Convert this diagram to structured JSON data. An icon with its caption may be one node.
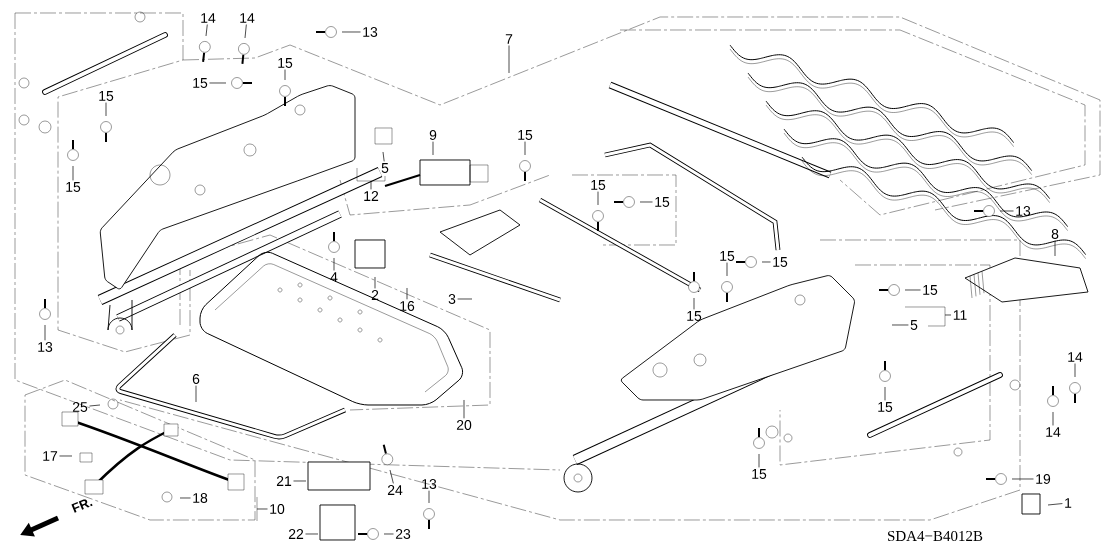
{
  "diagram": {
    "nodes": [
      {
        "text": [
          "14"
        ]
      },
      {
        "text": [
          "14"
        ]
      },
      {
        "text": [
          "13"
        ]
      },
      {
        "text": [
          "7"
        ]
      },
      {
        "text": [
          "15"
        ]
      },
      {
        "text": [
          "15"
        ]
      },
      {
        "text": [
          "15"
        ]
      },
      {
        "text": [
          "9"
        ]
      },
      {
        "text": [
          "15"
        ]
      },
      {
        "text": [
          "5"
        ]
      },
      {
        "text": [
          "15"
        ]
      },
      {
        "text": [
          "12"
        ]
      },
      {
        "text": [
          "15"
        ]
      },
      {
        "text": [
          "15"
        ]
      },
      {
        "text": [
          "13"
        ]
      },
      {
        "text": [
          "8"
        ]
      },
      {
        "text": [
          "15"
        ]
      },
      {
        "text": [
          "15"
        ]
      },
      {
        "text": [
          "4"
        ]
      },
      {
        "text": [
          "15"
        ]
      },
      {
        "text": [
          "2"
        ]
      },
      {
        "text": [
          "3"
        ]
      },
      {
        "text": [
          "16"
        ]
      },
      {
        "text": [
          "15"
        ]
      },
      {
        "text": [
          "11"
        ]
      },
      {
        "text": [
          "5"
        ]
      },
      {
        "text": [
          "13"
        ]
      },
      {
        "text": [
          "14"
        ]
      },
      {
        "text": [
          "6"
        ]
      },
      {
        "text": [
          "25"
        ]
      },
      {
        "text": [
          "15"
        ]
      },
      {
        "text": [
          "20"
        ]
      },
      {
        "text": [
          "14"
        ]
      },
      {
        "text": [
          "17"
        ]
      },
      {
        "text": [
          "15"
        ]
      },
      {
        "text": [
          "19"
        ]
      },
      {
        "text": [
          "21"
        ]
      },
      {
        "text": [
          "13"
        ]
      },
      {
        "text": [
          "24"
        ]
      },
      {
        "text": [
          "1"
        ]
      },
      {
        "text": [
          "18"
        ]
      },
      {
        "text": [
          "10"
        ]
      },
      {
        "text": [
          "22"
        ]
      },
      {
        "text": [
          "23"
        ]
      }
    ],
    "edges": [
      {
        "from": 0,
        "to": null,
        "arrow": "none"
      },
      {
        "from": 1,
        "to": null,
        "arrow": "none"
      },
      {
        "from": 2,
        "to": null,
        "arrow": "none"
      },
      {
        "from": 3,
        "to": null,
        "arrow": "none"
      },
      {
        "from": 4,
        "to": null,
        "arrow": "none"
      },
      {
        "from": 5,
        "to": null,
        "arrow": "none"
      },
      {
        "from": 6,
        "to": null,
        "arrow": "none"
      },
      {
        "from": 7,
        "to": null,
        "arrow": "none"
      },
      {
        "from": 8,
        "to": null,
        "arrow": "none"
      },
      {
        "from": 9,
        "to": null,
        "arrow": "none"
      },
      {
        "from": 10,
        "to": null,
        "arrow": "none"
      },
      {
        "from": 11,
        "to": null,
        "arrow": "none"
      },
      {
        "from": 12,
        "to": null,
        "arrow": "none"
      },
      {
        "from": 13,
        "to": null,
        "arrow": "none"
      },
      {
        "from": 14,
        "to": null,
        "arrow": "none"
      },
      {
        "from": 15,
        "to": null,
        "arrow": "none"
      },
      {
        "from": 16,
        "to": null,
        "arrow": "none"
      },
      {
        "from": 17,
        "to": null,
        "arrow": "none"
      },
      {
        "from": 18,
        "to": null,
        "arrow": "none"
      },
      {
        "from": 19,
        "to": null,
        "arrow": "none"
      },
      {
        "from": 20,
        "to": null,
        "arrow": "none"
      },
      {
        "from": 21,
        "to": null,
        "arrow": "none"
      },
      {
        "from": 22,
        "to": null,
        "arrow": "none"
      },
      {
        "from": 23,
        "to": null,
        "arrow": "none"
      },
      {
        "from": 24,
        "to": null,
        "arrow": "none"
      },
      {
        "from": 25,
        "to": null,
        "arrow": "none"
      },
      {
        "from": 26,
        "to": null,
        "arrow": "none"
      },
      {
        "from": 27,
        "to": null,
        "arrow": "none"
      },
      {
        "from": 28,
        "to": null,
        "arrow": "none"
      },
      {
        "from": 29,
        "to": null,
        "arrow": "none"
      },
      {
        "from": 30,
        "to": null,
        "arrow": "none"
      },
      {
        "from": 31,
        "to": null,
        "arrow": "none"
      },
      {
        "from": 32,
        "to": null,
        "arrow": "none"
      },
      {
        "from": 33,
        "to": null,
        "arrow": "none"
      },
      {
        "from": 34,
        "to": null,
        "arrow": "none"
      },
      {
        "from": 35,
        "to": null,
        "arrow": "none"
      },
      {
        "from": 36,
        "to": null,
        "arrow": "none"
      },
      {
        "from": 37,
        "to": null,
        "arrow": "none"
      },
      {
        "from": 38,
        "to": null,
        "arrow": "none"
      },
      {
        "from": 39,
        "to": null,
        "arrow": "none"
      },
      {
        "from": 40,
        "to": null,
        "arrow": "none"
      },
      {
        "from": 41,
        "to": null,
        "arrow": "none"
      },
      {
        "from": 42,
        "to": null,
        "arrow": "none"
      },
      {
        "from": 43,
        "to": null,
        "arrow": "none"
      }
    ],
    "labels": [
      "FR.",
      "SDA4−B4012B"
    ]
  }
}
